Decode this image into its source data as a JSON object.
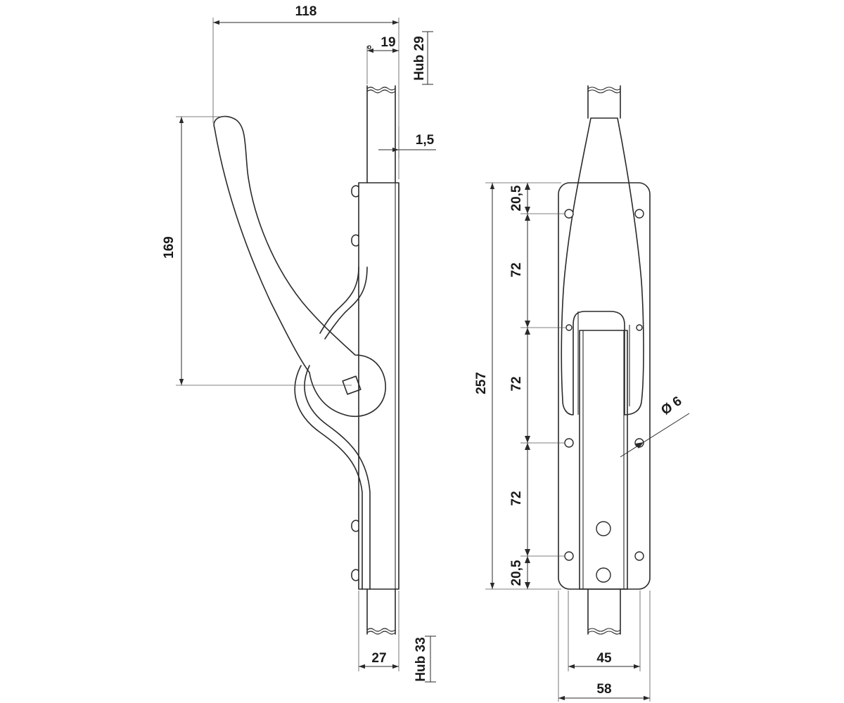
{
  "side_view": {
    "overall_width": "118",
    "rod_width": "19",
    "stroke_top": "Hub 29",
    "plate_thickness": "1,5",
    "handle_height": "169",
    "base_width": "27",
    "stroke_bottom": "Hub 33",
    "small_mark": "o"
  },
  "front_view": {
    "total_length": "257",
    "edge_top": "20,5",
    "spacing_1": "72",
    "spacing_2": "72",
    "spacing_3": "72",
    "edge_bottom": "20,5",
    "hole_diameter": "Ø 6",
    "rod_width": "45",
    "plate_width": "58"
  }
}
